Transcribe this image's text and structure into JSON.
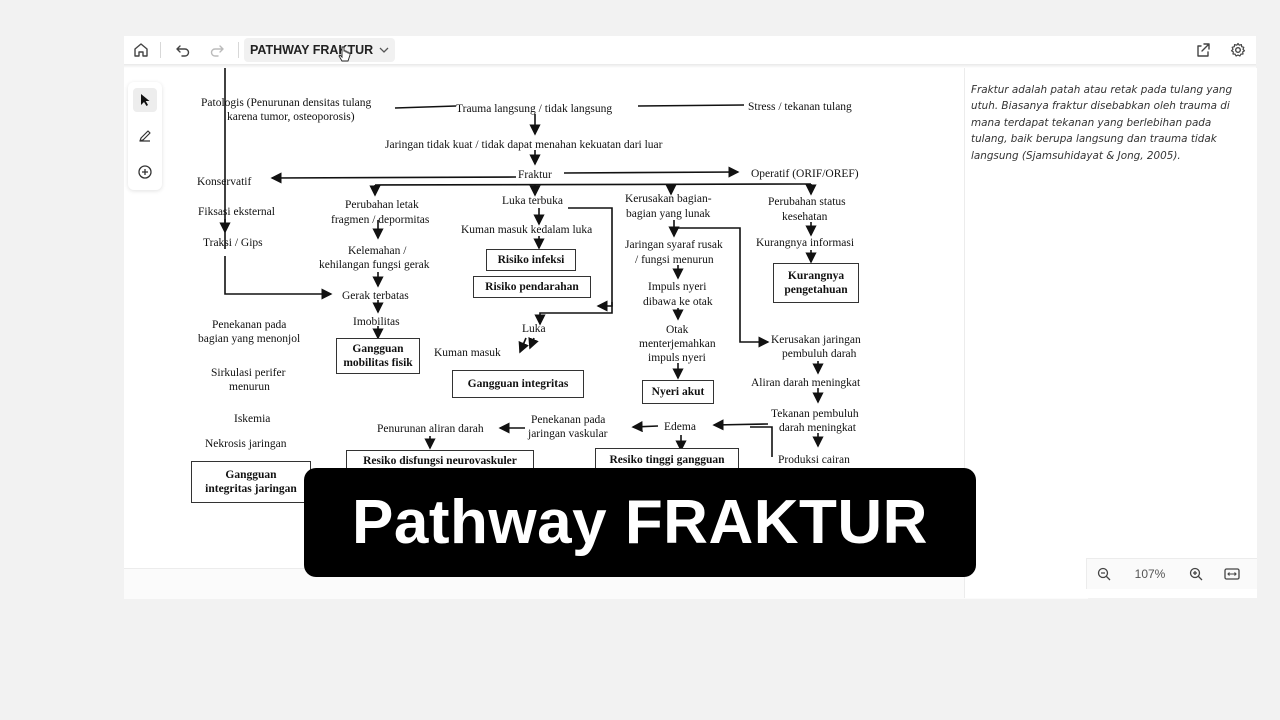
{
  "toolbar": {
    "home_icon": "home-icon",
    "undo_icon": "undo-icon",
    "redo_icon": "redo-icon",
    "doc_title": "PATHWAY FRAKTUR",
    "share_icon": "share-icon",
    "settings_icon": "gear-icon"
  },
  "tools": [
    "pointer-icon",
    "pen-icon",
    "add-icon"
  ],
  "diagram": {
    "patologis": "Patologis (Penurunan densitas tulang",
    "patologis2": "karena tumor, osteoporosis)",
    "trauma": "Trauma langsung / tidak langsung",
    "stress": "Stress / tekanan tulang",
    "jaringan": "Jaringan tidak kuat / tidak dapat menahan kekuatan dari luar",
    "fraktur": "Fraktur",
    "konservatif": "Konservatif",
    "operatif": "Operatif (ORIF/OREF)",
    "fiksasi": "Fiksasi eksternal",
    "traksi": "Traksi / Gips",
    "perubahan_letak": "Perubahan letak",
    "fragmen": "fragmen / depormitas",
    "kelemahan": "Kelemahan /",
    "kehilangan": "kehilangan fungsi gerak",
    "gerak": "Gerak terbatas",
    "imobilitas": "Imobilitas",
    "mobilitas_box": "Gangguan",
    "mobilitas_box2": "mobilitas fisik",
    "luka_terbuka": "Luka terbuka",
    "kuman_masuk": "Kuman masuk kedalam luka",
    "risiko_infeksi": "Risiko infeksi",
    "risiko_pendarahan": "Risiko pendarahan",
    "luka": "Luka",
    "kuman": "Kuman masuk",
    "integritas_box": "Gangguan integritas",
    "kerusakan_bagian": "Kerusakan bagian-",
    "bagian_lunak": "bagian yang lunak",
    "saraf": "Jaringan syaraf rusak",
    "fungsi": "/ fungsi menurun",
    "impuls": "Impuls nyeri",
    "dibawa": "dibawa ke otak",
    "otak": "Otak",
    "menterjemahkan": "menterjemahkan",
    "impuls_nyeri": "impuls nyeri",
    "nyeri_box": "Nyeri akut",
    "perubahan_status": "Perubahan status",
    "kesehatan": "kesehatan",
    "kurangnya_info": "Kurangnya informasi",
    "kurang_box": "Kurangnya",
    "kurang_box2": "pengetahuan",
    "kerusakan_jaringan": "Kerusakan jaringan",
    "pembuluh": "pembuluh darah",
    "aliran": "Aliran darah meningkat",
    "tekanan": "Tekanan pembuluh",
    "darah_meningkat": "darah meningkat",
    "produksi": "Produksi cairan",
    "edema": "Edema",
    "penekanan_vaskular": "Penekanan pada",
    "jaringan_vaskular": "jaringan vaskular",
    "penurunan_aliran": "Penurunan aliran darah",
    "resiko_disfungsi": "Resiko disfungsi neurovaskuler",
    "resiko_tinggi": "Resiko tinggi gangguan",
    "penekanan_bagian": "Penekanan pada",
    "bagian_menonjol": "bagian yang menonjol",
    "sirkulasi": "Sirkulasi perifer",
    "menurun": "menurun",
    "iskemia": "Iskemia",
    "nekrosis": "Nekrosis jaringan",
    "integ_jaringan_box": "Gangguan",
    "integ_jaringan_box2": "integritas jaringan"
  },
  "notes": {
    "text": "Fraktur adalah patah atau retak pada tulang yang utuh. Biasanya fraktur disebabkan oleh trauma di mana terdapat tekanan yang berlebihan pada tulang, baik berupa langsung dan trauma tidak langsung (Sjamsuhidayat & Jong, 2005)."
  },
  "zoom": {
    "zoom_out_icon": "zoom-out-icon",
    "level": "107%",
    "zoom_in_icon": "zoom-in-icon",
    "fit_icon": "fit-width-icon"
  },
  "caption": {
    "text": "Pathway FRAKTUR"
  }
}
